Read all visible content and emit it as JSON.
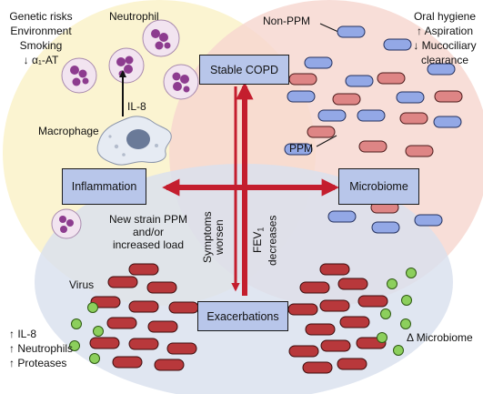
{
  "colors": {
    "inflammation_circle": "#fbf3cc",
    "microbiome_circle": "#f7d7cf",
    "exacerbation_circle": "#d9e0ee",
    "box_fill": "#b8c6ea",
    "arrow": "#c41e2e",
    "ppm_bacterium": "#de8585",
    "non_ppm_bacterium": "#93a8e6",
    "exacerbation_bacterium": "#b8383b",
    "virus": "#8ccf5c",
    "neutrophil": "#8d3c8f"
  },
  "boxes": {
    "stable_copd": "Stable COPD",
    "inflammation": "Inflammation",
    "microbiome": "Microbiome",
    "exacerbations": "Exacerbations"
  },
  "labels": {
    "risks": [
      "Genetic risks",
      "Environment",
      "Smoking",
      "↓ α₁-AT"
    ],
    "neutrophil": "Neutrophil",
    "il8": "IL-8",
    "macrophage": "Macrophage",
    "non_ppm": "Non-PPM",
    "ppm": "PPM",
    "oral": [
      "Oral hygiene",
      "↑ Aspiration",
      "↓ Mucociliary",
      "clearance"
    ],
    "new_strain": [
      "New strain PPM",
      "and/or",
      "increased load"
    ],
    "virus": "Virus",
    "exacerbation_markers": [
      "↑ IL-8",
      "↑ Neutrophils",
      "↑ Proteases"
    ],
    "delta_microbiome": "Δ Microbiome",
    "symptoms": [
      "Symptoms",
      "worsen"
    ],
    "fev1_prefix": "FEV",
    "fev1_sub": "1",
    "fev1_suffix": "decreases"
  }
}
